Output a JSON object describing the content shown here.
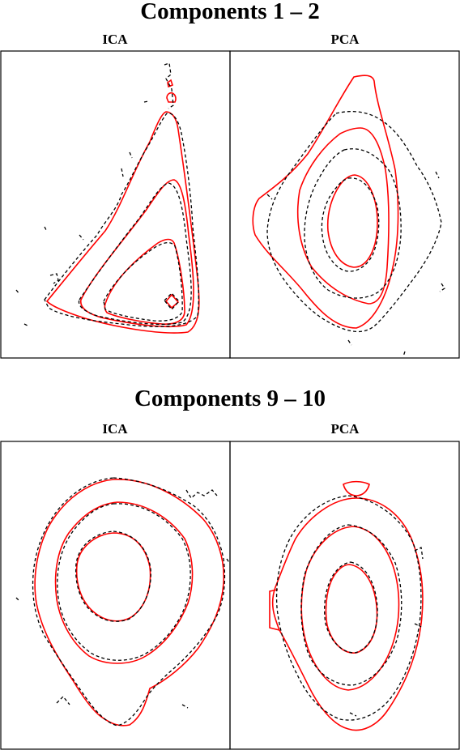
{
  "figure": {
    "rows": [
      {
        "title": "Components 1 – 2",
        "panels": [
          {
            "label": "ICA"
          },
          {
            "label": "PCA"
          }
        ]
      },
      {
        "title": "Components 9 – 10",
        "panels": [
          {
            "label": "ICA"
          },
          {
            "label": "PCA"
          }
        ]
      }
    ],
    "colors": {
      "fitted_contours": "#ff0000",
      "empirical_contours": "#000000",
      "frame": "#000000"
    },
    "line_styles": {
      "fitted_contours": "solid",
      "empirical_contours": "dashed"
    }
  },
  "chart_data": [
    {
      "type": "contour",
      "title": "Components 1 – 2",
      "subtitle": "ICA",
      "contour_levels": 4,
      "fitted_color": "#ff0000",
      "empirical_color": "#000000",
      "axes_ticks": "none"
    },
    {
      "type": "contour",
      "title": "Components 1 – 2",
      "subtitle": "PCA",
      "contour_levels": 4,
      "fitted_color": "#ff0000",
      "empirical_color": "#000000",
      "axes_ticks": "none"
    },
    {
      "type": "contour",
      "title": "Components 9 – 10",
      "subtitle": "ICA",
      "contour_levels": 4,
      "fitted_color": "#ff0000",
      "empirical_color": "#000000",
      "axes_ticks": "none"
    },
    {
      "type": "contour",
      "title": "Components 9 – 10",
      "subtitle": "PCA",
      "contour_levels": 4,
      "fitted_color": "#ff0000",
      "empirical_color": "#000000",
      "axes_ticks": "none"
    }
  ]
}
